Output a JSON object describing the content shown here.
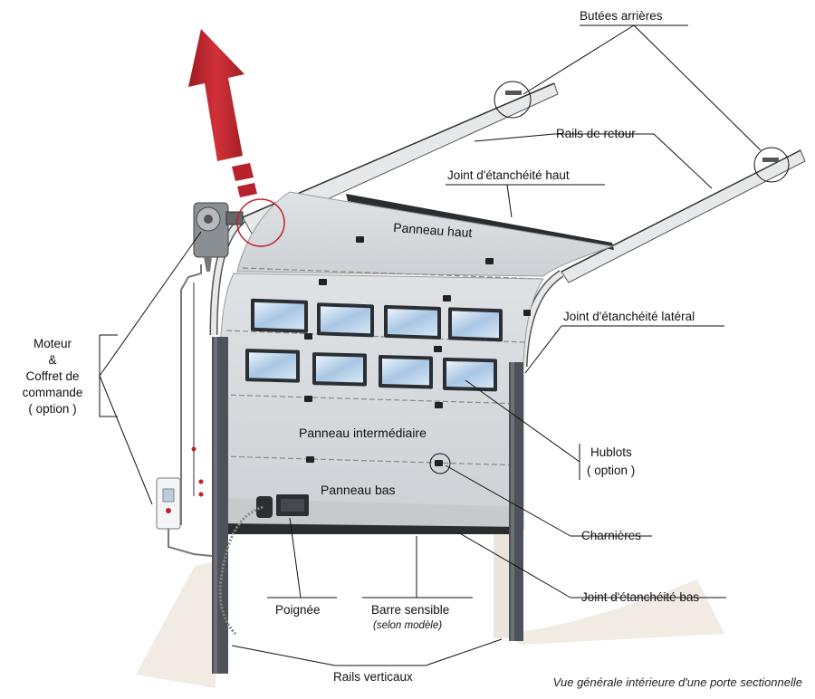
{
  "labels": {
    "butees_arrieres": "Butées arrières",
    "rails_de_retour": "Rails de retour",
    "joint_haut": "Joint d'étanchéité haut",
    "panneau_haut": "Panneau haut",
    "joint_lateral": "Joint d'étanchéité latéral",
    "panneau_intermediaire": "Panneau intermédiaire",
    "panneau_bas": "Panneau bas",
    "moteur_line1": "Moteur",
    "moteur_line2": "&",
    "moteur_line3": "Coffret de",
    "moteur_line4": "commande",
    "moteur_line5": "( option )",
    "hublots_line1": "Hublots",
    "hublots_line2": "( option )",
    "charnieres": "Charnières",
    "joint_bas": "Joint d'étanchéité bas",
    "poignee": "Poignée",
    "barre_sensible": "Barre sensible",
    "selon_modele": "(selon modèle)",
    "rails_verticaux": "Rails verticaux"
  },
  "caption": "Vue générale intérieure d'une porte sectionnelle",
  "colors": {
    "arrow": "#c0202a",
    "panel": "#d6d9dc",
    "panel_dark": "#bcc0c4",
    "rail": "#4c5257",
    "track": "#e2e4e6",
    "window_glass": "#a9c6e4",
    "highlight_circle": "#c0202a",
    "wall": "#f1ebe3"
  }
}
